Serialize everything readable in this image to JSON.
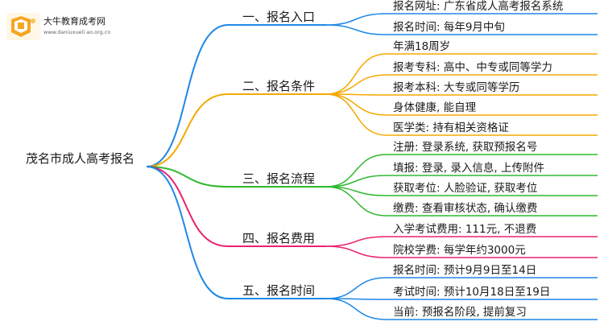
{
  "logo": {
    "title": "大牛教育成考网",
    "url": "www.daniuxueli ao.org.cn",
    "icon": "book-shield-icon",
    "color": "#f5a623"
  },
  "root": "茂名市成人高考报名",
  "branches": [
    {
      "label": "一、报名入口",
      "color": "#1e88e5",
      "leaves": [
        "报名网址: 广东省成人高考报名系统",
        "报名时间: 每年9月中旬"
      ]
    },
    {
      "label": "二、报名条件",
      "color": "#f5a800",
      "leaves": [
        "年满18周岁",
        "报考专科: 高中、中专或同等学力",
        "报考本科: 大专或同等学历",
        "身体健康, 能自理",
        "医学类: 持有相关资格证"
      ]
    },
    {
      "label": "三、报名流程",
      "color": "#2eb82e",
      "leaves": [
        "注册: 登录系统, 获取预报名号",
        "填报: 登录, 录入信息, 上传附件",
        "获取考位: 人脸验证, 获取考位",
        "缴费: 查看审核状态, 确认缴费"
      ]
    },
    {
      "label": "四、报名费用",
      "color": "#e8226e",
      "leaves": [
        "入学考试费用: 111元, 不退费",
        "院校学费: 每学年约3000元"
      ]
    },
    {
      "label": "五、报名时间",
      "color": "#1e88e5",
      "leaves": [
        "报名时间: 预计9月9日至14日",
        "考试时间: 预计10月18日至19日",
        "当前: 预报名阶段, 提前复习"
      ]
    }
  ]
}
